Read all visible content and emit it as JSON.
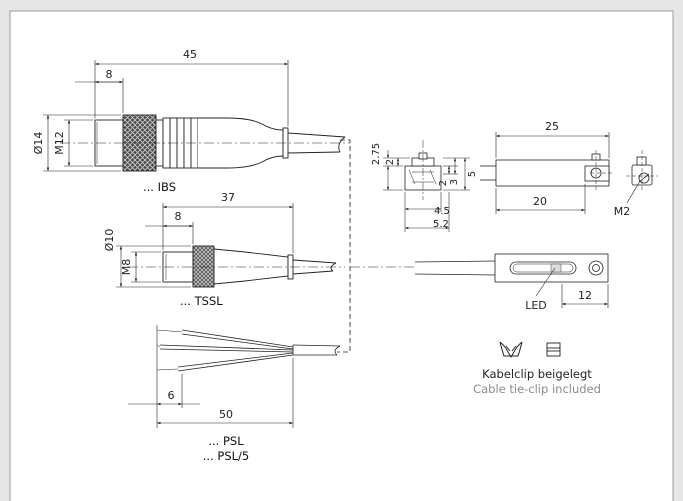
{
  "connectors": {
    "ibs": {
      "label": "... IBS",
      "dim_length": "45",
      "dim_nut": "8",
      "dim_outer": "Ø14",
      "dim_thread": "M12"
    },
    "tssl": {
      "label": "... TSSL",
      "dim_length": "37",
      "dim_nut": "8",
      "dim_outer": "Ø10",
      "dim_thread": "M8"
    },
    "psl": {
      "label": "... PSL",
      "label2": "... PSL/5",
      "dim_length": "50",
      "dim_strip": "6"
    }
  },
  "sensor": {
    "side": {
      "dim_a": "2.75",
      "dim_b": "2",
      "dim_c": "2",
      "dim_d": "3",
      "dim_e": "5",
      "dim_f": "4.5",
      "dim_g": "5.2"
    },
    "top": {
      "dim_length": "25",
      "dim_clamp": "20"
    },
    "end": {
      "screw": "M2"
    },
    "front": {
      "led_label": "LED",
      "dim_end": "12"
    }
  },
  "note": {
    "de": "Kabelclip beigelegt",
    "en": "Cable tie-clip included"
  }
}
